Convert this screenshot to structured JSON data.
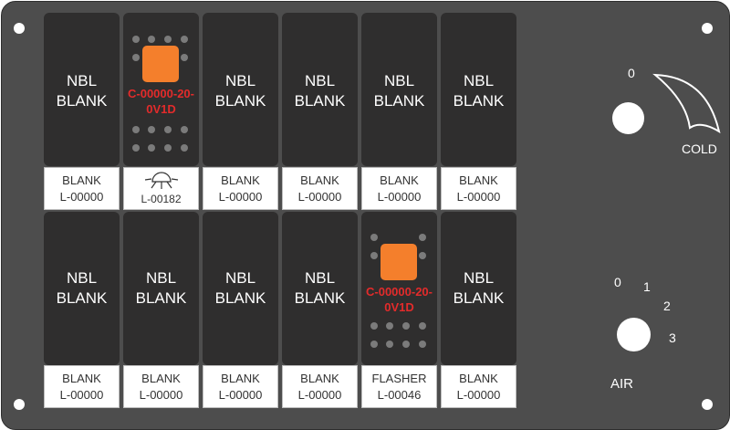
{
  "panel": {
    "top_row": [
      {
        "type": "blank",
        "caption_line1": "NBL",
        "caption_line2": "BLANK",
        "label_line1": "BLANK",
        "label_line2": "L-00000"
      },
      {
        "type": "indicator",
        "code_line1": "C-00000-20-",
        "code_line2": "0V1D",
        "label_line1": "",
        "label_line2": "L-00182",
        "label_icon": "sun-rays-icon",
        "led_color": "#f47f2c"
      },
      {
        "type": "blank",
        "caption_line1": "NBL",
        "caption_line2": "BLANK",
        "label_line1": "BLANK",
        "label_line2": "L-00000"
      },
      {
        "type": "blank",
        "caption_line1": "NBL",
        "caption_line2": "BLANK",
        "label_line1": "BLANK",
        "label_line2": "L-00000"
      },
      {
        "type": "blank",
        "caption_line1": "NBL",
        "caption_line2": "BLANK",
        "label_line1": "BLANK",
        "label_line2": "L-00000"
      },
      {
        "type": "blank",
        "caption_line1": "NBL",
        "caption_line2": "BLANK",
        "label_line1": "BLANK",
        "label_line2": "L-00000"
      }
    ],
    "bottom_row": [
      {
        "type": "blank",
        "caption_line1": "NBL",
        "caption_line2": "BLANK",
        "label_line1": "BLANK",
        "label_line2": "L-00000"
      },
      {
        "type": "blank",
        "caption_line1": "NBL",
        "caption_line2": "BLANK",
        "label_line1": "BLANK",
        "label_line2": "L-00000"
      },
      {
        "type": "blank",
        "caption_line1": "NBL",
        "caption_line2": "BLANK",
        "label_line1": "BLANK",
        "label_line2": "L-00000"
      },
      {
        "type": "blank",
        "caption_line1": "NBL",
        "caption_line2": "BLANK",
        "label_line1": "BLANK",
        "label_line2": "L-00000"
      },
      {
        "type": "indicator",
        "code_line1": "C-00000-20-",
        "code_line2": "0V1D",
        "label_line1": "FLASHER",
        "label_line2": "L-00046",
        "led_color": "#f47f2c"
      },
      {
        "type": "blank",
        "caption_line1": "NBL",
        "caption_line2": "BLANK",
        "label_line1": "BLANK",
        "label_line2": "L-00000"
      }
    ],
    "temp_control": {
      "zero_label": "0",
      "cold_label": "COLD"
    },
    "air_control": {
      "labels": [
        "0",
        "1",
        "2",
        "3"
      ],
      "title": "AIR"
    },
    "colors": {
      "panel": "#4d4d4d",
      "slot": "#2f2e2e",
      "led": "#f47f2c",
      "code_text": "#e32b2b"
    }
  }
}
